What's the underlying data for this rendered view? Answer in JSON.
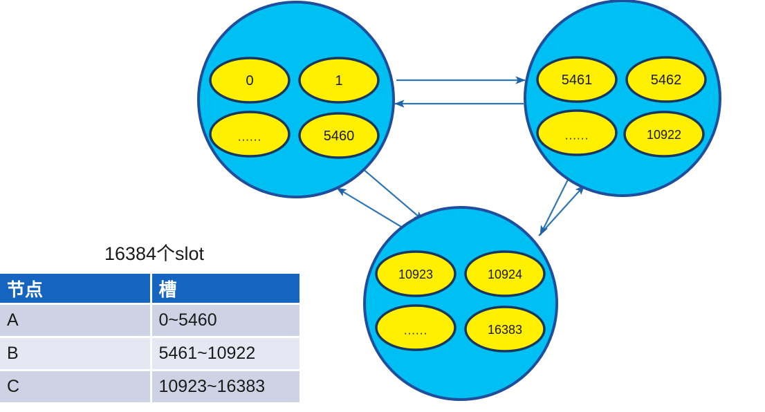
{
  "diagram": {
    "type": "redis-cluster-slot-distribution",
    "accent_colors": {
      "node_fill": "#00C0F3",
      "node_stroke": "#1F4E9C",
      "slot_fill": "#FFF000",
      "slot_stroke": "#17375E",
      "link": "#2E75B6",
      "table_header": "#1565C0",
      "table_row_odd": "#CDD3E4",
      "table_row_even": "#E5E8F3"
    },
    "nodes": [
      {
        "id": "node-a",
        "slots": [
          "0",
          "1",
          "......",
          "5460"
        ]
      },
      {
        "id": "node-b",
        "slots": [
          "5461",
          "5462",
          "......",
          "10922"
        ]
      },
      {
        "id": "node-c",
        "slots": [
          "10923",
          "10924",
          "......",
          "16383"
        ]
      }
    ],
    "links": [
      {
        "from": "node-a",
        "to": "node-b",
        "direction": "bidirectional"
      },
      {
        "from": "node-a",
        "to": "node-c",
        "direction": "bidirectional"
      },
      {
        "from": "node-b",
        "to": "node-c",
        "direction": "bidirectional"
      }
    ]
  },
  "table": {
    "caption": "16384个slot",
    "headers": [
      "节点",
      "槽"
    ],
    "rows": [
      {
        "node": "A",
        "slots": "0~5460"
      },
      {
        "node": "B",
        "slots": "5461~10922"
      },
      {
        "node": "C",
        "slots": "10923~16383"
      }
    ]
  }
}
